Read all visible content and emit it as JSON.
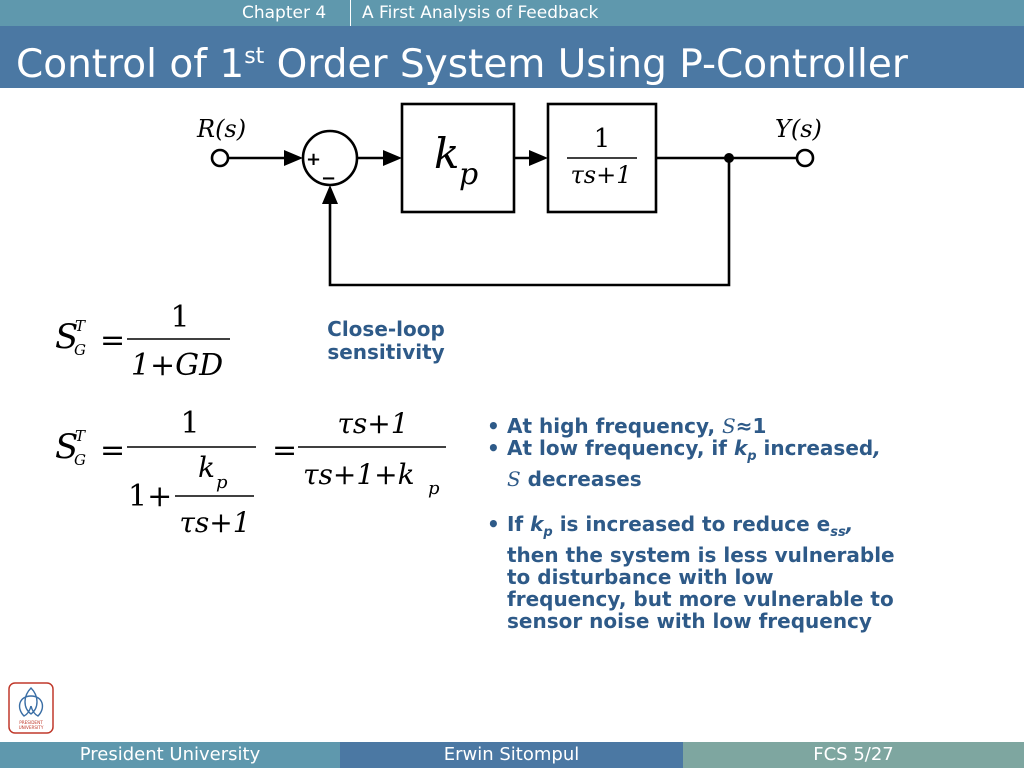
{
  "header": {
    "chapter": "Chapter 4",
    "chapter_title": "A First Analysis of Feedback",
    "title_pre": "Control of 1",
    "title_sup": "st",
    "title_post": " Order System Using P-Controller"
  },
  "diagram": {
    "input_label": "R(s)",
    "output_label": "Y(s)",
    "plus_sign": "+",
    "minus_sign": "−",
    "controller_label": "k",
    "controller_sub": "p",
    "plant_num": "1",
    "plant_den": "τs+1"
  },
  "equations": {
    "eq1": {
      "S": "S",
      "T": "T",
      "G": "G",
      "eq": "=",
      "num": "1",
      "den": "1+GD"
    },
    "eq2": {
      "S": "S",
      "T": "T",
      "G": "G",
      "eq": "=",
      "num": "1",
      "den_pre": "1+",
      "inner_num": "k",
      "inner_sub": "p",
      "inner_den": "τs+1",
      "eq2": "=",
      "rhs_num": "τs+1",
      "rhs_den": "τs+1+k",
      "rhs_sub": "p"
    }
  },
  "sensitivity": {
    "line1": "Close-loop",
    "line2": "sensitivity"
  },
  "bullets": {
    "b1": {
      "text": "At high frequency, ",
      "sym": "S",
      "tail": "≈1"
    },
    "b2": {
      "text": "At low frequency, if ",
      "k": "k",
      "kp": "p",
      "mid": " increased",
      "comma": ",",
      "sym": "S",
      "tail": " decreases"
    },
    "b3": {
      "pre": "If ",
      "k": "k",
      "kp": "p",
      "mid": " is increased to reduce e",
      "sub": "ss",
      "comma": ",",
      "l2": "then the system is less vulnerable",
      "l3": "to disturbance with low",
      "l4": "frequency, but more vulnerable to",
      "l5": "sensor noise with low frequency"
    }
  },
  "logo": {
    "text1": "PRESIDENT",
    "text2": "UNIVERSITY"
  },
  "footer": {
    "left": "President University",
    "center": "Erwin Sitompul",
    "right": "FCS 5/27"
  },
  "colors": {
    "topbar": "#5f98ad",
    "titlebar": "#4b78a3",
    "text_blue": "#2e5a88",
    "footer_left": "#5f98ad",
    "footer_center": "#4b78a3",
    "footer_right": "#7ea6a0"
  }
}
